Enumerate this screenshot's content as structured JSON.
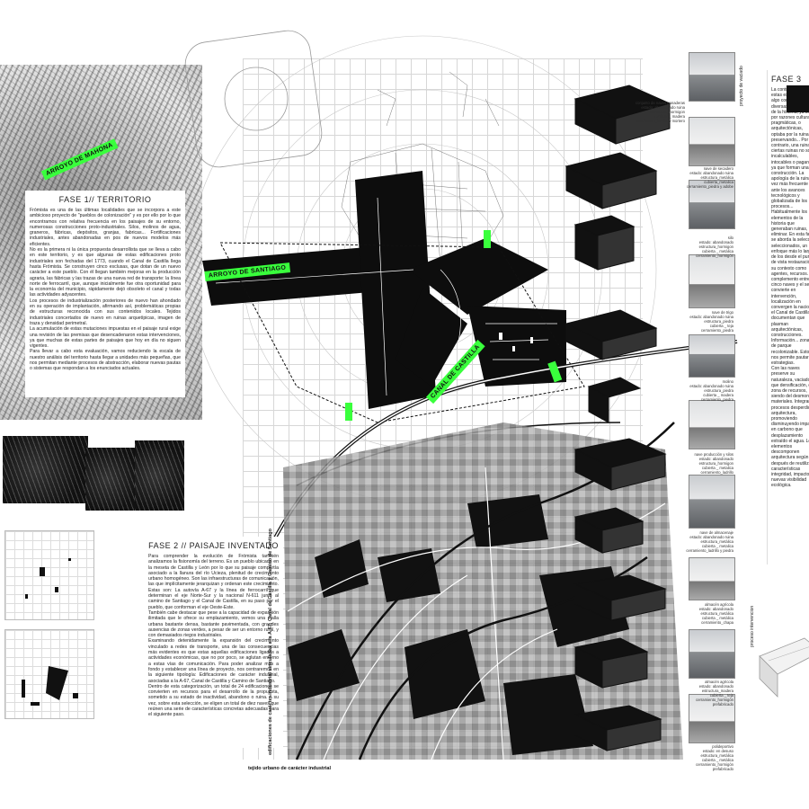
{
  "labels": {
    "territory_tag": "ARROYO DE MAHONA",
    "ringway_tag": "ARROYO DE SANTIAGO",
    "canal_tag": "CANAL DE CASTILLA",
    "vertical_title": "edificaciones de carácter industrial vinculadas a la A-67, Canal de Castilla y Camino de Santiago",
    "bottom_title": "tejido urbano de carácter industrial",
    "right_top_vertical": "proyecto de vaciado",
    "right_bottom_vertical": "proceso intervencion"
  },
  "phase1": {
    "title": "FASE 1// TERRITORIO",
    "text": "Frómista es una de las últimas localidades que se incorpora a este ambicioso proyecto de \"pueblos de colonización\" y es por ello por lo que encontramos con relativa frecuencia en los paisajes de su entorno, numerosas construcciones proto-industriales. Silos, molinos de agua, graneros, fábricas, depósitos, granjas, fabricas... Fortificaciones industriales, antes abandonadas en pos de nuevos modelos más eficientes.\nNo es la primera ni la única propuesta desarrollista que se lleva a cabo en este territorio, y es que algunas de estas edificaciones proto industriales son fechadas del 1773, cuando el Canal de Castilla llega hasta Frómista. Se construyen cinco esclusas, que dotan de un nuevo carácter a este pueblo. Con él llegan también mejoras en la producción agraria, las fábricas y las trazas de una nueva red de transporte: la línea norte de ferrocarril, que, aunque inicialmente fue otra oportunidad para la economía del municipio, rápidamente dejó obsoleto el canal y todas las actividades adyacentes.\nLos procesos de industrialización posteriores de nuevo han ahondado en su operación de implantación, afirmando así, problemáticas propias de estructuras reconocida con sus contenidos locales. Tejidos industriales concertados de nuevo en ruinas arquetípicas, imagen de traza y densidad perimetral.\nLa acumulación de estas mutaciones impuestas en el paisaje rural exige una revisión de las premisas que desencadenaron estas intervenciones, ya que muchas de estas partes de paisajes que hoy en día no siguen vigentes.\nPara llevar a cabo esta evaluación, vamos reduciendo la escala de nuestro análisis del territorio hasta llegar a unidades más pequeñas, que nos permitan mediante procesos de abstracción, elaborar nuevas pautas o sistemas que respondan a los enunciados actuales."
  },
  "phase2": {
    "title": "FASE 2 // PAISAJE INVENTADO",
    "text": "Para comprender la evolución de Frómista también analizamos la fisionomía del terreno. Es un pueblo ubicado en la meseta de Castilla y León por lo que su paisaje compartía asociado a la llanura del río Ucieza, plenitud de crecimiento urbano homogéneo. Son las infraestructuras de comunicación, las que implícitamente jerarquizan y ordenan este crecimiento. Estas son: La autovía A-67 y la línea de ferrocarril que determinan el eje Norte-Sur y la nacional N-611 junto al camino de Santiago y el Canal de Castilla, en su paso por el pueblo, que conforman el eje Oeste-Este.\nTambién cabe destacar que pese a la capacidad de expansión ilimitada que le ofrece su emplazamiento, vemos una malla urbana bastante densa, bastante pavimentada, con grandes ausencias de zonas verdes, a pesar de ser un entorno rural, y con demasiados riegos industriales.\nExaminando detenidamente la expansión del crecimiento vinculado a redes de transporte, una de las consecuencias más evidentes es que estas aquellas edificaciones ligadas a actividades económicas, que no por poco, se aglutan entorno a estas vías de comunicación. Para poder analizar más a fondo y establecer una línea de proyecto, nos centraremos en la siguiente tipología: Edificaciones de carácter industrial, asociadas a la A-67, Canal de Castilla y Camino de Santiago.\nDentro de esta categorización, un total de 24 edificaciones se convierten en recursos para el desarrollo de la propuesta, sometido a su estado de inactividad, abandono o ruina. A su vez, sobre esta selección, se eligen un total de diez naves que reúnen una serie de características concretas adecuadas para el siguiente paso."
  },
  "phase3": {
    "title": "FASE 3",
    "text": "La controversia de estas estructuras es algo común en diversas civilizaciones de la historia, ya sea por razones culturales, pragmáticas, o arquitectónicas, optaba por la ruina preservando... Por el contrario, una ruina ciertas ruinas no son incalculables, intocables o paganas, ya que forman una construcción. La apología de la ruina vez más frecuente ante los avances tecnológicos y globalizada de los procesos... Habitualmente los elementos de la historia que generaban ruinas, eliminar. En esta fase se aborda la selección seleccionados, un enfoque más lo largo de los desde el punto de vista restauración y su contexto como agentes, recursos. El complemento entre cinco naves y el se convierte en intervención, localización en convergen la nacional, el Canal de Castilla documentan que plasman arquitectónicas, construcciones. Información... zonas de parque recolonizable. Esto nos permite pautar las estrategias.\nCon las naves preserve su naturaleza, vaciado que densificación, de zona de recursos, siendo del desmontaje materiales. Integrarlos procesos desperdicio, arquitectura, promoviendo disminuyendo impacto en carbono que desplazamiento extraído el agua. Los elementos descomponen arquitectura según su después de reutilizar características integridad, impacto en nuevas visibilidad ecológica."
  },
  "captions": [
    "conjunto de naves ganaderas\nestado: abandonado ruina\nestructura_hormigon\ncubierta _ madera\ncerramiento_ladrillo y mortero",
    "nave de secadero\nestado: abandonado ruina\nestructura_metálica\ncubierta_metalica\ncerramiento_piedra y adobe",
    "silo\nestado: abandonado\nestructura_hormigon\ncubierta _ metálica\ncerramiento_hormigón",
    "nave de trigo\nestado: abandonado ruina\nestructura_piedra\ncubierta _ teja\ncerramiento_piedra",
    "molino\nestado: abandonado ruina\nestructura_piedra\ncubierta _ madera\ncerramiento_piedra",
    "nave producción y silos\nestado: abandonado\nestructura_hormigon\ncubierta _ metalica\ncerramiento_ladrillo",
    "nave de almacenaje\nestado: abandonado ruina\nestructura_metálica\ncubierta _ metalica\ncerramiento_ladrillo y piedra",
    "almacén agrícola\nestado: abandonado\nestructura_metálica\ncubierta _ metálica\ncerramiento_chapa",
    "almacén agrícola\nestado: abandonado\nestructura_madera\ncubierta _ teja\ncerramiento_hormigón prefabricado",
    "polideportivo\nestado: en desuso\nestructura_metálica\ncubierta _ metálica\ncerramiento_hormigón prefabricado"
  ],
  "colors": {
    "highlight": "#39ff3c",
    "ink": "#111111",
    "paper": "#ffffff"
  }
}
